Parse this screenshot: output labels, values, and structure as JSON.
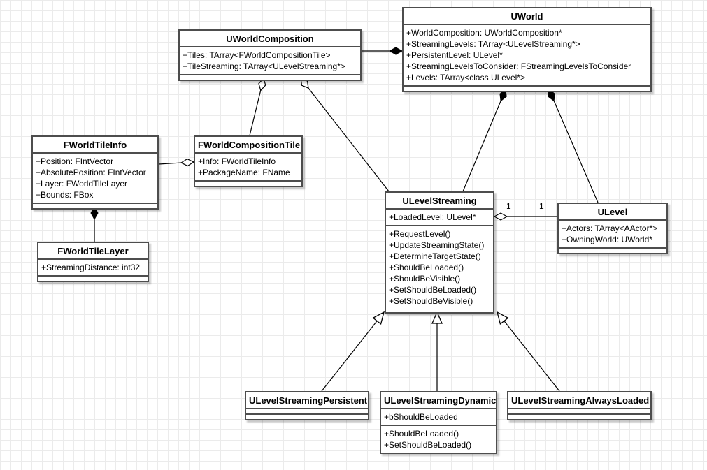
{
  "diagram_title": "UML class diagram - Unreal Engine level streaming",
  "classes": {
    "uworldcomposition": {
      "title": "UWorldComposition",
      "attributes": [
        "+Tiles: TArray<FWorldCompositionTile>",
        "+TileStreaming: TArray<ULevelStreaming*>"
      ],
      "methods": []
    },
    "uworld": {
      "title": "UWorld",
      "attributes": [
        "+WorldComposition: UWorldComposition*",
        "+StreamingLevels: TArray<ULevelStreaming*>",
        "+PersistentLevel: ULevel*",
        "+StreamingLevelsToConsider: FStreamingLevelsToConsider",
        "+Levels: TArray<class ULevel*>"
      ],
      "methods": []
    },
    "fworldtileinfo": {
      "title": "FWorldTileInfo",
      "attributes": [
        "+Position: FIntVector",
        "+AbsolutePosition: FIntVector",
        "+Layer: FWorldTileLayer",
        "+Bounds: FBox"
      ],
      "methods": []
    },
    "fworldcompositiontile": {
      "title": "FWorldCompositionTile",
      "attributes": [
        "+Info: FWorldTileInfo",
        "+PackageName: FName"
      ],
      "methods": []
    },
    "fworldtilelayer": {
      "title": "FWorldTileLayer",
      "attributes": [
        "+StreamingDistance: int32"
      ],
      "methods": []
    },
    "ulevelstreaming": {
      "title": "ULevelStreaming",
      "attributes": [
        "+LoadedLevel: ULevel*"
      ],
      "methods": [
        "+RequestLevel()",
        "+UpdateStreamingState()",
        "+DetermineTargetState()",
        "+ShouldBeLoaded()",
        "+ShouldBeVisible()",
        "+SetShouldBeLoaded()",
        "+SetShouldBeVisible()"
      ]
    },
    "ulevel": {
      "title": "ULevel",
      "attributes": [
        "+Actors: TArray<AActor*>",
        "+OwningWorld: UWorld*"
      ],
      "methods": []
    },
    "ulevelstreamingpersistent": {
      "title": "ULevelStreamingPersistent",
      "attributes": [],
      "methods": []
    },
    "ulevelstreamingdynamic": {
      "title": "ULevelStreamingDynamic",
      "attributes": [
        "+bShouldBeLoaded"
      ],
      "methods": [
        "+ShouldBeLoaded()",
        "+SetShouldBeLoaded()"
      ]
    },
    "ulevelstreamingalwaysloaded": {
      "title": "ULevelStreamingAlwaysLoaded",
      "attributes": [],
      "methods": []
    }
  },
  "multiplicities": {
    "streaming_side": "1",
    "level_side": "1"
  },
  "relationships": [
    {
      "from": "UWorldComposition",
      "to": "UWorld",
      "type": "composition"
    },
    {
      "from": "FWorldCompositionTile",
      "to": "UWorldComposition",
      "type": "aggregation"
    },
    {
      "from": "ULevelStreaming",
      "to": "UWorldComposition",
      "type": "aggregation"
    },
    {
      "from": "ULevelStreaming",
      "to": "UWorld",
      "type": "composition"
    },
    {
      "from": "ULevel",
      "to": "UWorld",
      "type": "composition"
    },
    {
      "from": "FWorldTileInfo",
      "to": "FWorldCompositionTile",
      "type": "aggregation"
    },
    {
      "from": "FWorldTileLayer",
      "to": "FWorldTileInfo",
      "type": "composition"
    },
    {
      "from": "ULevel",
      "to": "ULevelStreaming",
      "type": "aggregation"
    },
    {
      "from": "ULevelStreamingPersistent",
      "to": "ULevelStreaming",
      "type": "inheritance"
    },
    {
      "from": "ULevelStreamingDynamic",
      "to": "ULevelStreaming",
      "type": "inheritance"
    },
    {
      "from": "ULevelStreamingAlwaysLoaded",
      "to": "ULevelStreaming",
      "type": "inheritance"
    }
  ]
}
